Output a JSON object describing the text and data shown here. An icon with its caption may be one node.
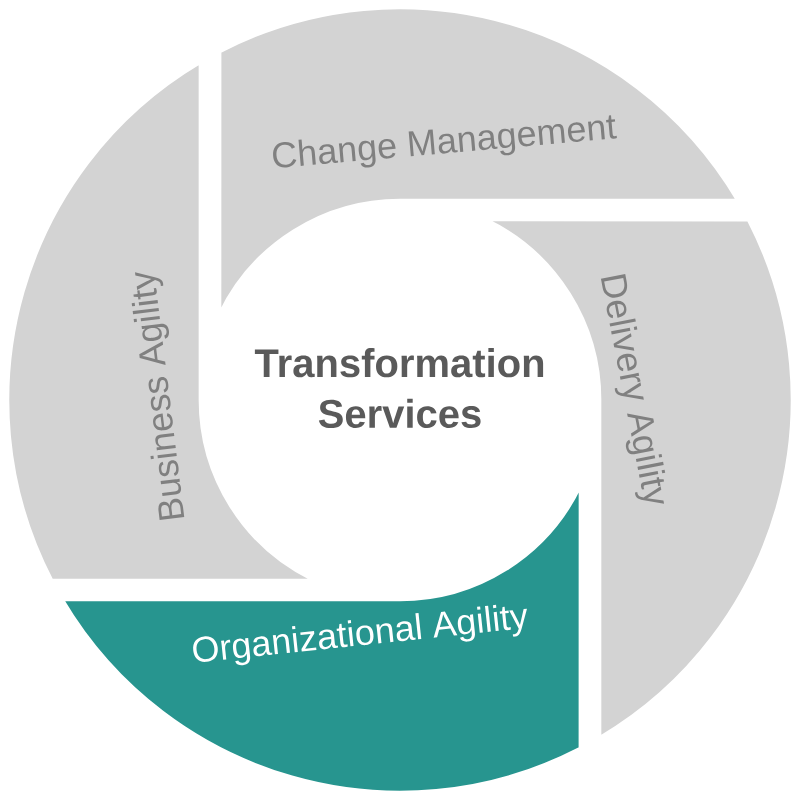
{
  "diagram": {
    "nodes": [
      {
        "text": [
          "Change Management"
        ]
      },
      {
        "text": [
          "Delivery Agility"
        ]
      },
      {
        "text": [
          "Organizational Agility"
        ]
      },
      {
        "text": [
          "Business Agility"
        ]
      }
    ],
    "labels": [
      "Transformation Services"
    ]
  }
}
